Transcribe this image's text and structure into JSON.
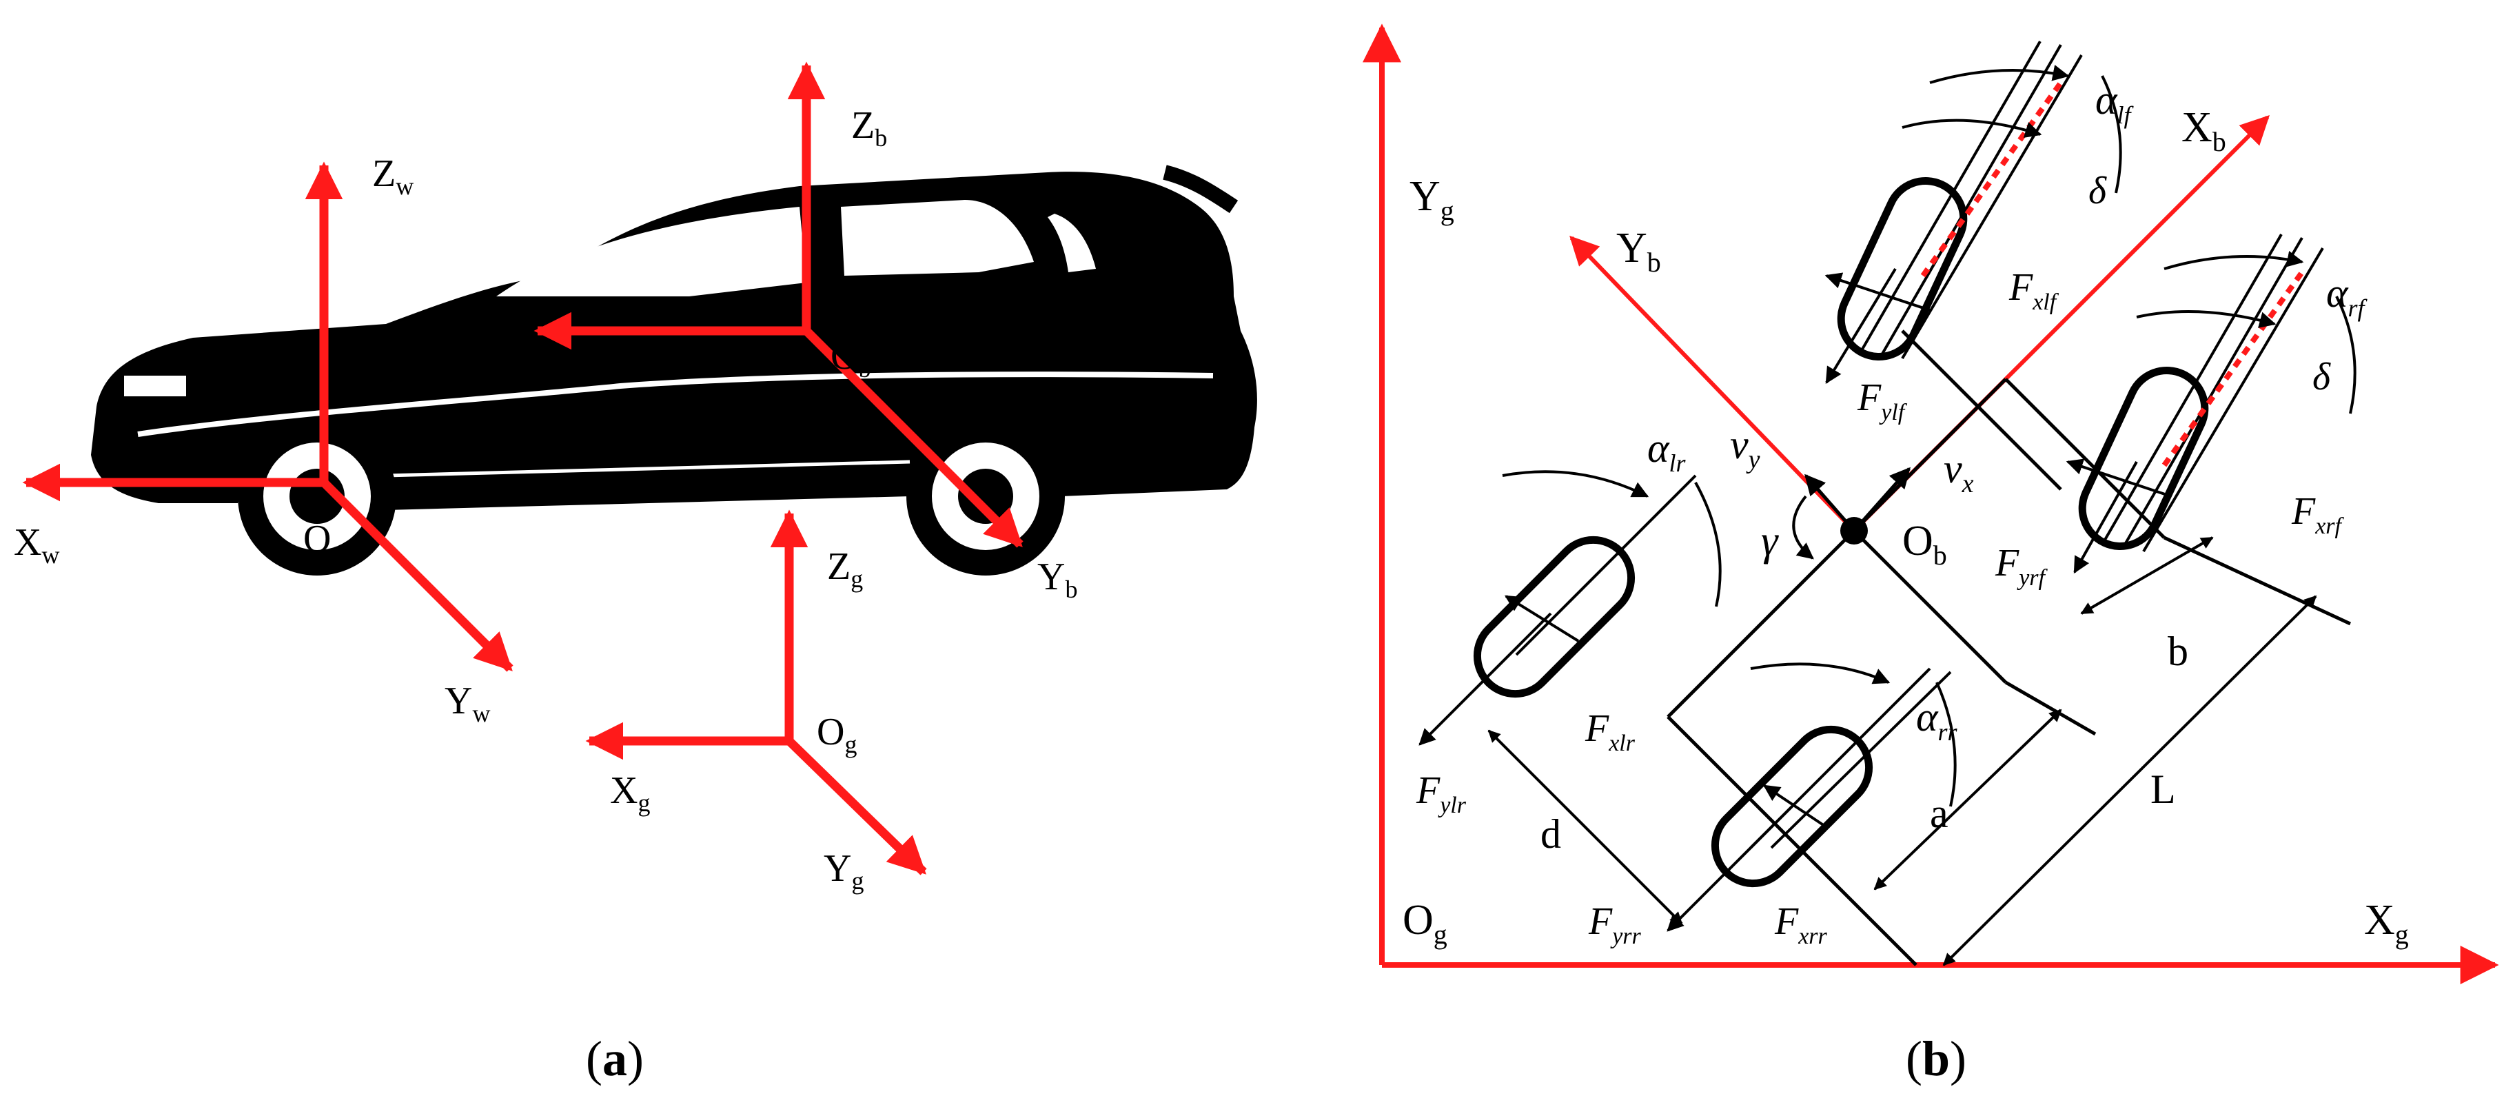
{
  "colors": {
    "axis": "#ff1a1a",
    "line": "#000000",
    "car_body": "#000000",
    "car_highlight": "#ffffff",
    "dash": "#ff1a1a"
  },
  "panel_a": {
    "caption": {
      "open": "(",
      "letter": "a",
      "close": ")"
    },
    "frames": {
      "world": {
        "x": {
          "base": "X",
          "sub": "w"
        },
        "y": {
          "base": "Y",
          "sub": "w"
        },
        "z": {
          "base": "Z",
          "sub": "w"
        },
        "o": {
          "base": "O",
          "sub": "w"
        }
      },
      "body": {
        "x": {
          "base": "X",
          "sub": "b"
        },
        "y": {
          "base": "Y",
          "sub": "b"
        },
        "z": {
          "base": "Z",
          "sub": "b"
        },
        "o": {
          "base": "O",
          "sub": "b"
        }
      },
      "ground": {
        "x": {
          "base": "X",
          "sub": "g"
        },
        "y": {
          "base": "Y",
          "sub": "g"
        },
        "z": {
          "base": "Z",
          "sub": "g"
        },
        "o": {
          "base": "O",
          "sub": "g"
        }
      }
    }
  },
  "panel_b": {
    "caption": {
      "open": "(",
      "letter": "b",
      "close": ")"
    },
    "axes": {
      "yg": {
        "base": "Y",
        "sub": "g"
      },
      "xg": {
        "base": "X",
        "sub": "g"
      },
      "og": {
        "base": "O",
        "sub": "g"
      },
      "xb": {
        "base": "X",
        "sub": "b"
      },
      "yb": {
        "base": "Y",
        "sub": "b"
      },
      "ob": {
        "base": "O",
        "sub": "b"
      }
    },
    "velocities": {
      "vx": {
        "base": "v",
        "sub": "x"
      },
      "vy": {
        "base": "v",
        "sub": "y"
      },
      "yaw": "γ"
    },
    "steer": "δ",
    "slip": {
      "lf": {
        "base": "α",
        "sub": "lf"
      },
      "rf": {
        "base": "α",
        "sub": "rf"
      },
      "lr": {
        "base": "α",
        "sub": "lr"
      },
      "rr": {
        "base": "α",
        "sub": "rr"
      }
    },
    "forces": {
      "xlf": {
        "base": "F",
        "sub": "xlf"
      },
      "ylf": {
        "base": "F",
        "sub": "ylf"
      },
      "xrf": {
        "base": "F",
        "sub": "xrf"
      },
      "yrf": {
        "base": "F",
        "sub": "yrf"
      },
      "xlr": {
        "base": "F",
        "sub": "xlr"
      },
      "ylr": {
        "base": "F",
        "sub": "ylr"
      },
      "xrr": {
        "base": "F",
        "sub": "xrr"
      },
      "yrr": {
        "base": "F",
        "sub": "yrr"
      }
    },
    "dims": {
      "a": "a",
      "b": "b",
      "d": "d",
      "L": "L"
    }
  }
}
